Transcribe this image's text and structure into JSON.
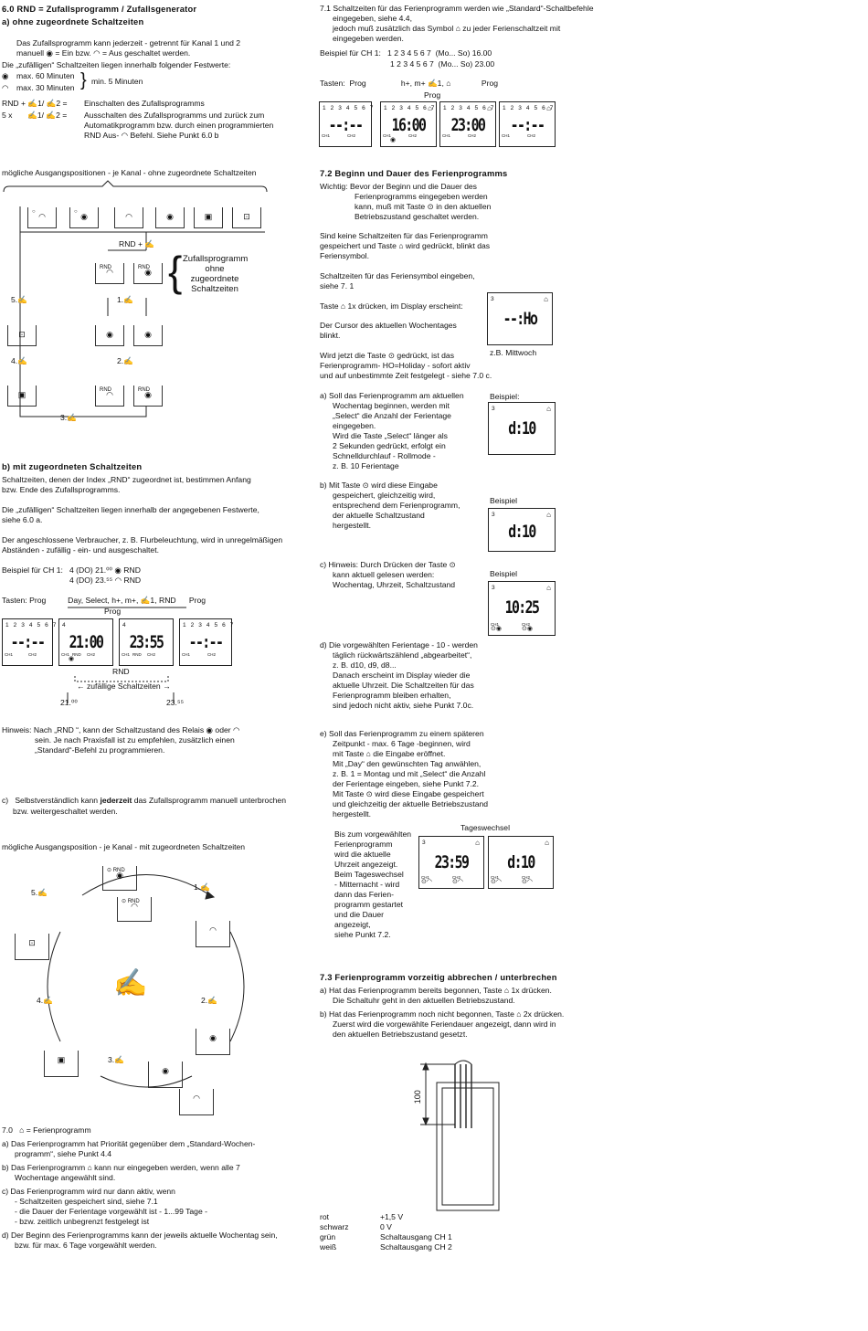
{
  "s60": {
    "title": "6.0 RND = Zufallsprogramm  /  Zufallsgenerator",
    "a_heading": "a)   ohne zugeordnete Schaltzeiten",
    "intro1": "Das Zufallsprogramm kann jederzeit - getrennt für Kanal 1 und 2",
    "intro2": "manuell  ◉ = Ein bzw.  ◠ = Aus geschaltet werden.",
    "fixed": "Die „zufälligen“ Schaltzeiten liegen innerhalb folgender Festwerte:",
    "max60": "max. 60 Minuten",
    "max30": "max. 30 Minuten",
    "min5": "min. 5 Minuten",
    "cmd1_key": "RND + ✍1/ ✍2 =",
    "cmd1_text": "Einschalten des Zufallsprogramms",
    "cmd2_key": "5 x       ✍1/ ✍2 =",
    "cmd2_text": "Ausschalten des Zufallsprogramms und zurück zum",
    "cmd2_text2": "Automatikprogramm bzw. durch einen programmierten",
    "cmd2_text3": "RND Aus- ◠ Befehl. Siehe Punkt 6.0 b",
    "pos1_caption": "mögliche Ausgangspositionen - je Kanal - ohne zugeordnete Schaltzeiten",
    "rnd_plus": "RND + ✍",
    "brace_lines": [
      "Zufallsprogramm",
      "ohne",
      "zugeordnete",
      "Schaltzeiten"
    ],
    "steps": [
      "5.✍",
      "1.✍",
      "4.✍",
      "2.✍",
      "3.✍"
    ],
    "b_heading": "b) mit zugeordneten Schaltzeiten",
    "b1": "Schaltzeiten, denen der Index „RND“ zugeordnet ist, bestimmen Anfang",
    "b2": "bzw. Ende des Zufallsprogramms.",
    "b3": "Die „zufälligen“ Schaltzeiten liegen innerhalb der angegebenen Festwerte,",
    "b4": "siehe 6.0 a.",
    "b5": "Der angeschlossene Verbraucher, z. B. Flurbeleuchtung, wird in unregelmäßigen",
    "b6": "Abständen - zufällig - ein- und ausgeschaltet.",
    "ex_label": "Beispiel für CH 1:",
    "ex_row1": "4      (DO)          21.⁰⁰  ◉ RND",
    "ex_row2": "4      (DO)          23.⁵⁵  ◠ RND",
    "keys_line": "Tasten: Prog          Day, Select, h+, m+, ✍1, RND      Prog",
    "prog_label": "Prog",
    "rnd_label": "RND",
    "random_label": "← zufällige Schaltzeiten →",
    "t1": "21.⁰⁰",
    "t2": "23.⁵⁵",
    "hint1": "Hinweis: Nach „RND “, kann der Schaltzustand des Relais ◉ oder ◠",
    "hint2": "sein. Je nach Praxisfall ist zu empfehlen, zusätzlich einen",
    "hint3": "„Standard“-Befehl zu programmieren.",
    "c1a": "c)   Selbstverständlich kann ",
    "c1b": "jederzeit",
    "c1c": " das Zufallsprogramm manuell unterbrochen",
    "c2": "bzw. weitergeschaltet werden.",
    "pos2_caption": "mögliche Ausgangsposition - je Kanal - mit zugeordneten Schaltzeiten",
    "circle_rnd1": "⊙ RND",
    "circle_rnd2": "⊙ RND"
  },
  "s70": {
    "title": "7.0   ⌂ = Ferienprogramm",
    "a1": "a)   Das Ferienprogramm hat Priorität gegenüber dem „Standard-Wochen-",
    "a2": "programm“, siehe Punkt 4.4",
    "b1": "b)   Das Ferienprogramm ⌂ kann nur eingegeben werden, wenn alle 7",
    "b2": "Wochentage angewählt sind.",
    "c1": "c)   Das Ferienprogramm wird nur dann aktiv, wenn",
    "c2": "- Schaltzeiten gespeichert sind, siehe 7.1",
    "c3": "- die Dauer der Ferientage vorgewählt ist - 1...99 Tage -",
    "c4": "- bzw. zeitlich unbegrenzt festgelegt ist",
    "d1": "d)   Der Beginn des Ferienprogramms kann der jeweils aktuelle Wochentag sein,",
    "d2": "bzw. für max. 6 Tage vorgewählt werden."
  },
  "s71": {
    "l1": "7.1 Schaltzeiten für das Ferienprogramm werden wie „Standard“-Schaltbefehle",
    "l2": "eingegeben, siehe 4.4,",
    "l3": "jedoch muß zusätzlich das Symbol ⌂ zu jeder Ferienschaltzeit mit",
    "l4": "eingegeben werden.",
    "l5": "Beispiel für CH 1:   1 2 3 4 5 6 7  (Mo... So) 16.00",
    "l6": "1 2 3 4 5 6 7  (Mo... So) 23.00",
    "keys": "Tasten:  Prog                h+, m+ ✍1, ⌂              Prog",
    "prog": "Prog"
  },
  "s72": {
    "title": "7.2 Beginn und Dauer des Ferienprogramms",
    "w1": "Wichtig: Bevor der Beginn und die Dauer des",
    "w2": "Ferienprogramms eingegeben werden",
    "w3": "kann, muß mit Taste ⊙ in den aktuellen",
    "w4": "Betriebszustand geschaltet werden.",
    "n1": "Sind keine Schaltzeiten für das Ferienprogramm",
    "n2": "gespeichert und Taste ⌂ wird gedrückt, blinkt das",
    "n3": "Feriensymbol.",
    "s1": "Schaltzeiten für das Feriensymbol eingeben,",
    "s2": "siehe 7. 1",
    "p1": "Taste ⌂ 1x drücken, im Display erscheint:",
    "p2": "Der Cursor des aktuellen Wochentages",
    "p3": "blinkt.",
    "mittwoch": "z.B. Mittwoch",
    "q1": "Wird jetzt die Taste ⊙ gedrückt, ist das",
    "q2": "Ferienprogramm- HO=Holiday - sofort aktiv",
    "q3": "und auf unbestimmte Zeit festgelegt - siehe 7.0 c.",
    "a": [
      "a)   Soll das Ferienprogramm am aktuellen",
      "Wochentag beginnen, werden mit",
      "„Select“ die Anzahl der Ferientage",
      "eingegeben.",
      "Wird die Taste „Select“ länger als",
      "2 Sekunden gedrückt, erfolgt ein",
      "Schnelldurchlauf - Rollmode -",
      "z. B. 10 Ferientage"
    ],
    "b": [
      "b)   Mit Taste ⊙ wird diese Eingabe",
      "gespeichert, gleichzeitig wird,",
      "entsprechend dem Ferienprogramm,",
      "der aktuelle Schaltzustand",
      "hergestellt."
    ],
    "c": [
      "c)   Hinweis: Durch Drücken der Taste ⊙",
      "kann aktuell gelesen werden:",
      "Wochentag, Uhrzeit, Schaltzustand"
    ],
    "d": [
      "d)   Die vorgewählten Ferientage - 10 - werden",
      "täglich rückwärtszählend „abgearbeitet“,",
      "z. B. d10, d9, d8...",
      "Danach erscheint im Display wieder die",
      "aktuelle Uhrzeit. Die Schaltzeiten für das",
      "Ferienprogramm bleiben erhalten,",
      "sind jedoch nicht aktiv, siehe Punkt 7.0c."
    ],
    "e": [
      "e)   Soll das Ferienprogramm zu einem späteren",
      "Zeitpunkt - max. 6 Tage -beginnen, wird",
      "mit Taste ⌂ die Eingabe eröffnet.",
      "Mit „Day“ den gewünschten Tag anwählen,",
      "z. B. 1 = Montag und mit „Select“ die Anzahl",
      "der Ferientage eingeben, siehe Punkt 7.2.",
      "Mit Taste ⊙ wird diese Eingabe gespeichert",
      "und gleichzeitig der aktuelle Betriebszustand",
      "hergestellt."
    ],
    "e2": [
      "Bis zum vorgewählten",
      "Ferienprogramm",
      "wird die aktuelle",
      "Uhrzeit  angezeigt.",
      "Beim Tageswechsel",
      "- Mitternacht - wird",
      "dann das Ferien-",
      "programm gestartet",
      "und die Dauer",
      "angezeigt,",
      "siehe Punkt 7.2."
    ],
    "beispiel_a": "Beispiel:",
    "beispiel_b": "Beispiel",
    "beispiel_c": "Beispiel",
    "tageswechsel": "Tageswechsel"
  },
  "s73": {
    "title": "7.3 Ferienprogramm vorzeitig abbrechen  /  unterbrechen",
    "a1": "a)   Hat das Ferienprogramm bereits begonnen, Taste ⌂ 1x drücken.",
    "a2": "Die Schaltuhr geht in den aktuellen Betriebszustand.",
    "b1": "b)   Hat das Ferienprogramm noch nicht begonnen, Taste ⌂ 2x drücken.",
    "b2": "Zuerst wird die vorgewählte Feriendauer angezeigt, dann wird in",
    "b3": "den aktuellen Betriebszustand gesetzt."
  },
  "wiring": {
    "dim": "100",
    "rows": [
      {
        "color": "rot",
        "val": "+1,5 V"
      },
      {
        "color": "schwarz",
        "val": "0 V"
      },
      {
        "color": "grün",
        "val": "Schaltausgang   CH 1"
      },
      {
        "color": "weiß",
        "val": "Schaltausgang   CH 2"
      }
    ]
  },
  "lcd": {
    "days": "1 2 3 4 5 6 7",
    "dash": "--:--",
    "t1600": "16:00",
    "t2300": "23:00",
    "t2100": "21:00",
    "t2355": "23:55",
    "ho": "--:Ho",
    "d10": "d:10",
    "t1025": "10:25",
    "t2359": "23:59",
    "day3": "3",
    "day4": "4",
    "ch1": "CH1",
    "ch2": "CH2",
    "rnd": "RND"
  }
}
